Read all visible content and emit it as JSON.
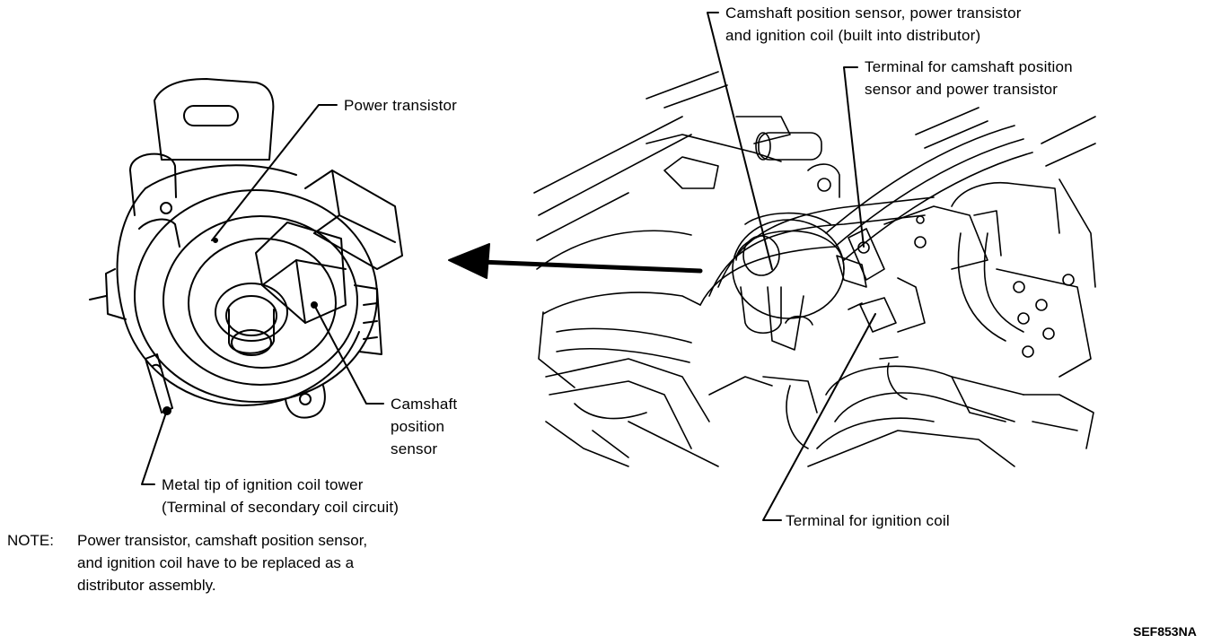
{
  "labels": {
    "power_transistor": "Power transistor",
    "cmp_sensor": [
      "Camshaft",
      "position",
      "sensor"
    ],
    "metal_tip": [
      "Metal tip of ignition coil tower",
      "(Terminal of secondary coil circuit)"
    ],
    "distributor_unit": [
      "Camshaft position sensor, power transistor",
      "and ignition coil (built into distributor)"
    ],
    "terminal_cmp_pt": [
      "Terminal for camshaft position",
      "sensor and power transistor"
    ],
    "terminal_coil": "Terminal for ignition coil"
  },
  "note": {
    "heading": "NOTE:",
    "lines": [
      "Power transistor, camshaft position sensor,",
      "and ignition coil have to be replaced as a",
      "distributor assembly."
    ]
  },
  "figure_code": "SEF853NA"
}
